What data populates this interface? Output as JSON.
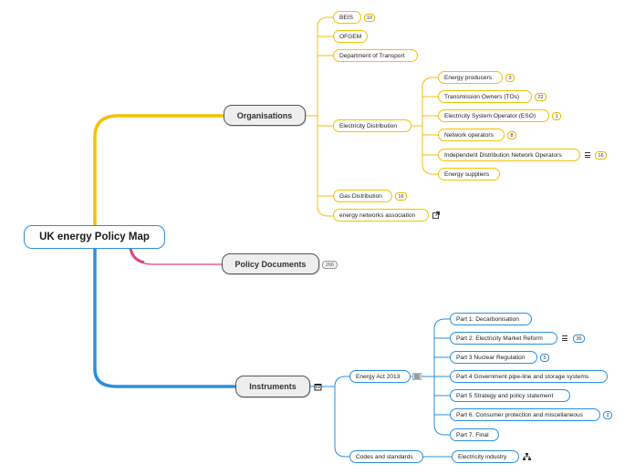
{
  "root": {
    "label": "UK energy Policy Map"
  },
  "branches": {
    "organisations": {
      "label": "Organisations",
      "children": {
        "beis": {
          "label": "BEIS",
          "count": "10"
        },
        "ofgem": {
          "label": "OFGEM"
        },
        "dft": {
          "label": "Department of Transport"
        },
        "elec_dist": {
          "label": "Electricity Distribution",
          "children": {
            "producers": {
              "label": "Energy producers",
              "count": "3"
            },
            "tos": {
              "label": "Transmission Owners (TOs)",
              "count": "22"
            },
            "eso": {
              "label": "Electricity System Operator (ESO)",
              "count": "1"
            },
            "network_ops": {
              "label": "Network operators",
              "count": "8"
            },
            "idno": {
              "label": "Independent Distribution Network Operators",
              "count": "16"
            },
            "suppliers": {
              "label": "Energy suppliers"
            }
          }
        },
        "gas_dist": {
          "label": "Gas Distribution",
          "count": "16"
        },
        "ena": {
          "label": "energy networks association"
        }
      }
    },
    "policy_documents": {
      "label": "Policy Documents",
      "count": "266"
    },
    "instruments": {
      "label": "Instruments",
      "children": {
        "energy_act": {
          "label": "Energy Act 2013",
          "children": {
            "p1": {
              "label": "Part 1: Decarbonisation"
            },
            "p2": {
              "label": "Part 2: Electricity Market Reform",
              "count": "36"
            },
            "p3": {
              "label": "Part 3 Nuclear Regulation",
              "count": "5"
            },
            "p4": {
              "label": "Part 4 Government pipe-line and storage systems"
            },
            "p5": {
              "label": "Part 5 Strategy and policy statement"
            },
            "p6": {
              "label": "Part 6. Consumer protection and miscellaneous",
              "count": "2"
            },
            "p7": {
              "label": "Part 7. Final"
            }
          }
        },
        "codes": {
          "label": "Codes and standards",
          "children": {
            "elec_industry": {
              "label": "Electricity industry"
            }
          }
        }
      }
    }
  },
  "colors": {
    "organisations": "#f2c200",
    "policy_documents": "#e0427a",
    "instruments": "#2b8fe0"
  },
  "icons": [
    "notes-icon",
    "external-link-icon",
    "calendar-icon",
    "subtopic-icon",
    "org-chart-icon"
  ]
}
